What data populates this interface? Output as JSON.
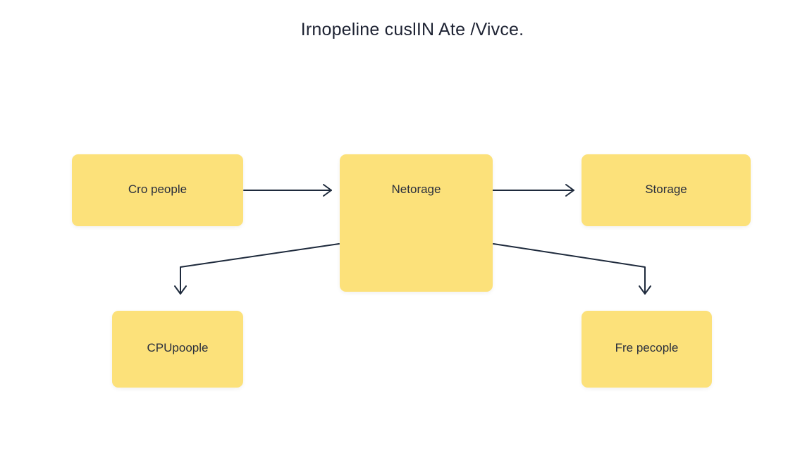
{
  "diagram": {
    "title": "Irnopeline cuslIN Ate /Vivce.",
    "nodes": [
      {
        "id": "a",
        "label": "Cro people"
      },
      {
        "id": "b",
        "label": "Netorage"
      },
      {
        "id": "c",
        "label": "Storage"
      },
      {
        "id": "d",
        "label": "CPUpoople"
      },
      {
        "id": "e",
        "label": "Fre pecople"
      }
    ],
    "edges": [
      {
        "from": "a",
        "to": "b"
      },
      {
        "from": "b",
        "to": "c"
      },
      {
        "from": "b",
        "to": "d"
      },
      {
        "from": "b",
        "to": "e"
      }
    ]
  },
  "colors": {
    "node_fill": "#fce17a",
    "edge_stroke": "#1e2a3c",
    "text": "#1e2333",
    "background": "#ffffff"
  }
}
